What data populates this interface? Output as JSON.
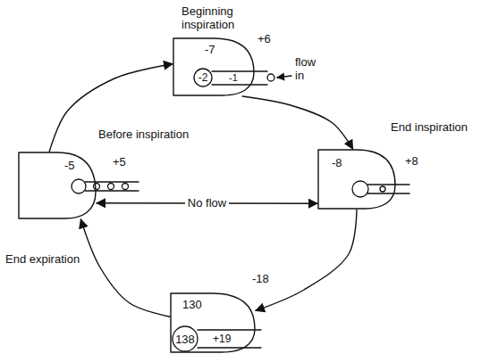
{
  "diagram": {
    "nodes": [
      {
        "text": [
          "Beginning inspiration",
          "-7",
          "+6"
        ]
      },
      {
        "text": [
          "-2"
        ],
        "in": 0
      },
      {
        "text": [
          "End inspiration",
          "-8",
          "+8"
        ]
      },
      {
        "text": [
          "130",
          "-18"
        ]
      },
      {
        "text": [
          "138"
        ],
        "in": 3
      },
      {
        "text": [
          "Before inspiration",
          "-5",
          "+5"
        ]
      }
    ],
    "edges": [
      {
        "from": 0,
        "to": 2,
        "arrow": "to"
      },
      {
        "from": 2,
        "to": 3,
        "arrow": "to"
      },
      {
        "from": 3,
        "to": 5,
        "arrow": "to"
      },
      {
        "from": 5,
        "to": 0,
        "arrow": "to"
      },
      {
        "from": 5,
        "to": 2,
        "label": "No flow",
        "arrow": "both"
      }
    ],
    "labels": [
      "-1",
      "flow in",
      "+19",
      "End expiration"
    ]
  }
}
